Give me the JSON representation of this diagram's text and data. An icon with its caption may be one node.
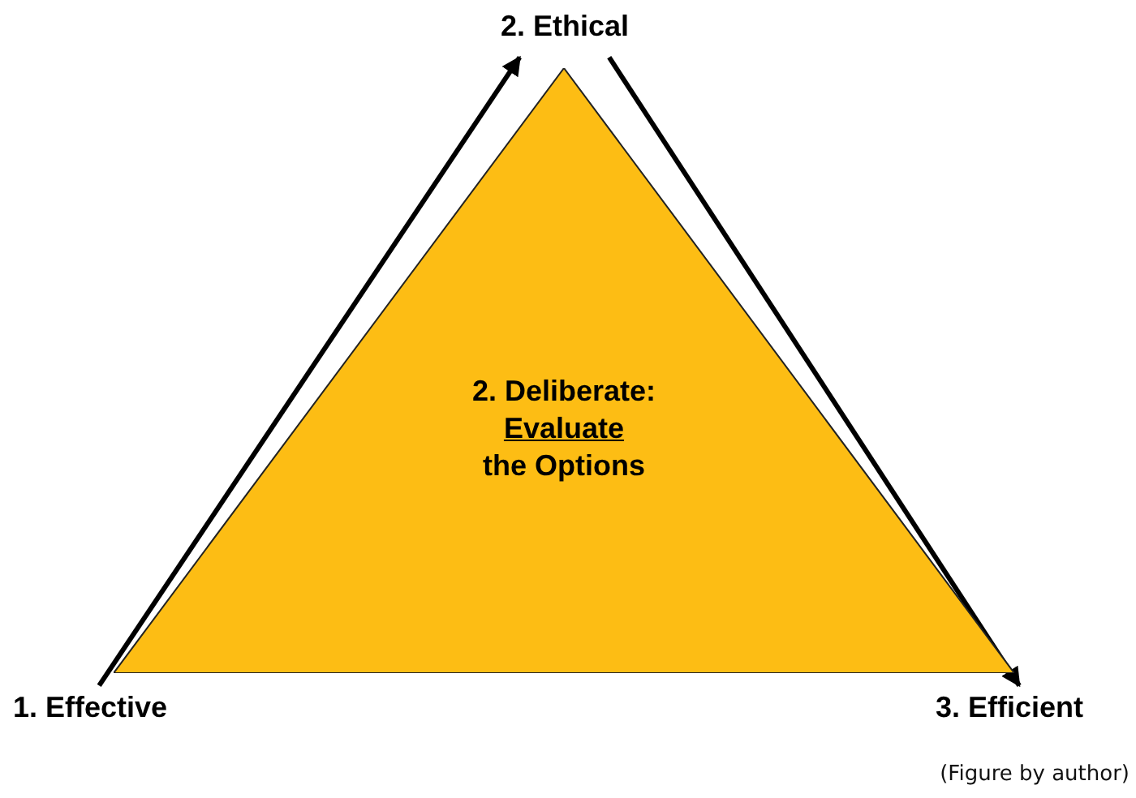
{
  "diagram": {
    "nodes": [
      {
        "text": [
          "2. Ethical"
        ]
      },
      {
        "text": [
          "1. Effective"
        ]
      },
      {
        "text": [
          "3. Efficient"
        ]
      },
      {
        "text": [
          "2. Deliberate:",
          "Evaluate",
          "the Options"
        ]
      }
    ],
    "edges": [
      {
        "from": 1,
        "to": 0,
        "arrow": "to"
      },
      {
        "from": 0,
        "to": 2,
        "arrow": "to"
      }
    ],
    "caption": "(Figure by author)"
  }
}
